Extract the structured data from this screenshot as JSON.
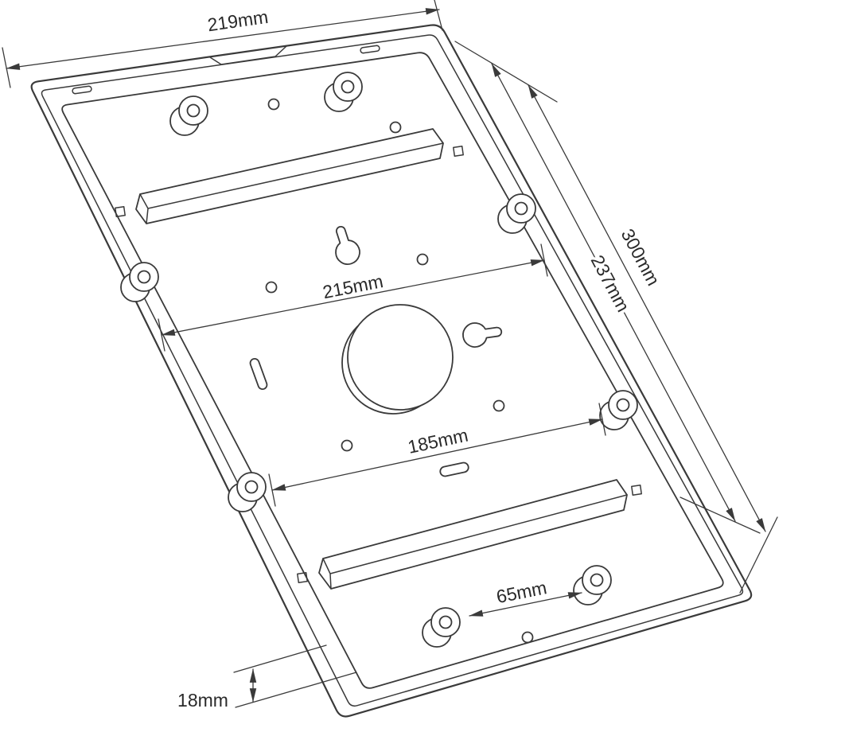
{
  "drawing": {
    "background": "#ffffff",
    "line_color": "#3a3a3a",
    "label_color": "#2a2a2a",
    "dimension_labels": {
      "top_width": "219mm",
      "right_outer": "300mm",
      "right_inner": "237mm",
      "middle_upper": "215mm",
      "middle_lower": "185mm",
      "bottom_span": "65mm",
      "thickness": "18mm"
    }
  }
}
